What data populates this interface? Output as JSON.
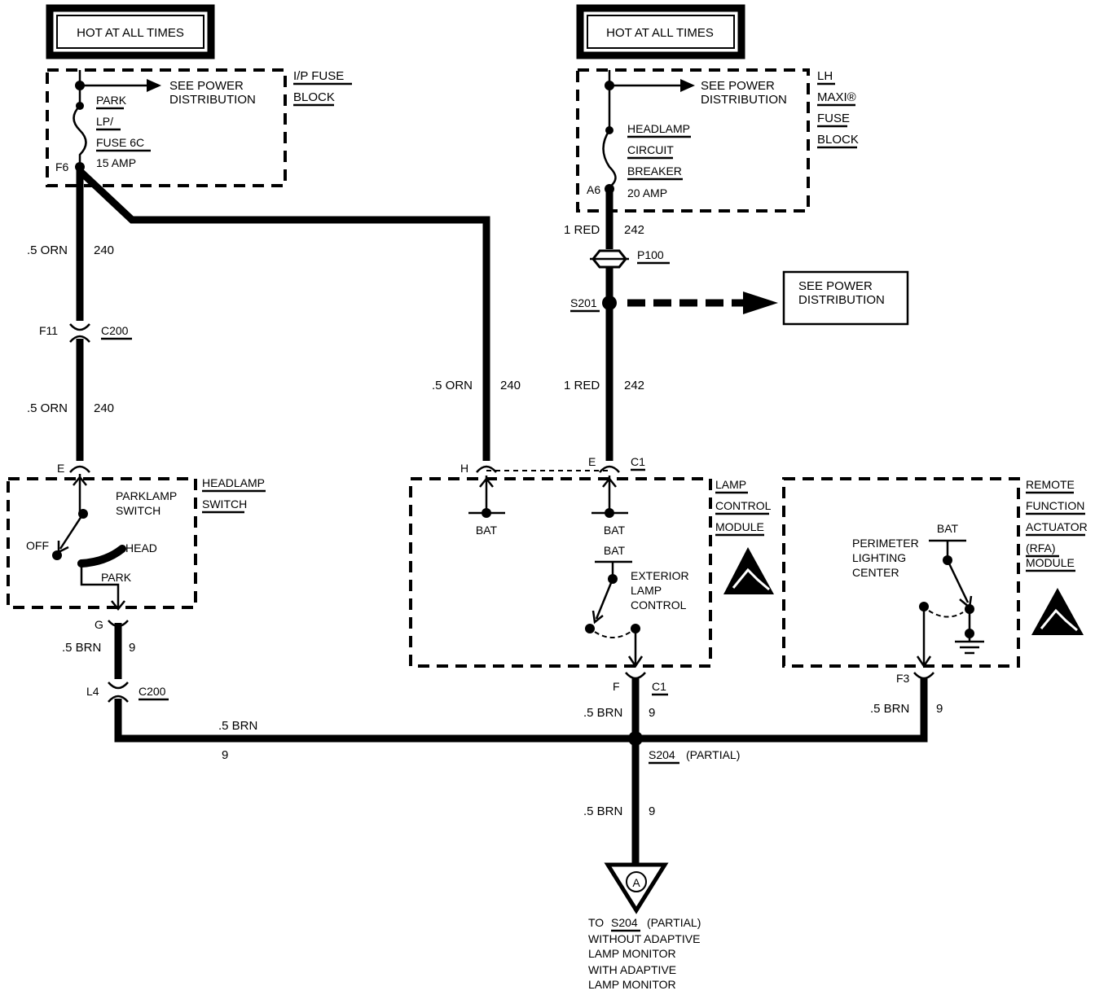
{
  "hot_left": "HOT AT ALL TIMES",
  "hot_right": "HOT AT ALL TIMES",
  "ip_fuse_block": {
    "title_1": "I/P FUSE",
    "title_2": "BLOCK",
    "see_1": "SEE POWER",
    "see_2": "DISTRIBUTION",
    "fuse_1": "PARK",
    "fuse_2": "LP/",
    "fuse_3": "FUSE 6C",
    "fuse_4": "15 AMP",
    "pin": "F6"
  },
  "maxi_fuse_block": {
    "title_1": "LH",
    "title_2": "MAXI®",
    "title_3": "FUSE",
    "title_4": "BLOCK",
    "see_1": "SEE POWER",
    "see_2": "DISTRIBUTION",
    "cb_1": "HEADLAMP",
    "cb_2": "CIRCUIT",
    "cb_3": "BREAKER",
    "cb_4": "20 AMP",
    "pin": "A6"
  },
  "wires": {
    "w1_gauge": ".5 ORN",
    "w1_num": "240",
    "w2_gauge": ".5 ORN",
    "w2_num": "240",
    "w3_gauge": ".5 ORN",
    "w3_num": "240",
    "w4_gauge": "1 RED",
    "w4_num": "242",
    "w5_gauge": "1 RED",
    "w5_num": "242",
    "w6_gauge": ".5 BRN",
    "w6_num": "9",
    "w7_gauge": ".5 BRN",
    "w7_num": "9",
    "w8_gauge": ".5 BRN",
    "w8_num": "9",
    "w9_gauge": ".5 BRN",
    "w9_num": "9",
    "w10_gauge": ".5 BRN",
    "w10_num": "9"
  },
  "connectors": {
    "c200_top_pin": "F11",
    "c200_top": "C200",
    "p100": "P100",
    "s201": "S201",
    "see_power_box_1": "SEE POWER",
    "see_power_box_2": "DISTRIBUTION",
    "hs_pin_e": "E",
    "hs_pin_g": "G",
    "c200_bot_pin": "L4",
    "c200_bot": "C200",
    "lcm_pin_h": "H",
    "lcm_pin_e": "E",
    "lcm_c1_top": "C1",
    "lcm_pin_f": "F",
    "lcm_c1_bot": "C1",
    "rfa_pin": "F3",
    "s204": "S204",
    "s204_partial": "(PARTIAL)"
  },
  "headlamp_switch": {
    "title_1": "HEADLAMP",
    "title_2": "SWITCH",
    "sw_1": "PARKLAMP",
    "sw_2": "SWITCH",
    "off": "OFF",
    "head": "HEAD",
    "park": "PARK"
  },
  "lamp_control_module": {
    "title_1": "LAMP",
    "title_2": "CONTROL",
    "title_3": "MODULE",
    "bat_1": "BAT",
    "bat_2": "BAT",
    "bat_3": "BAT",
    "ext_1": "EXTERIOR",
    "ext_2": "LAMP",
    "ext_3": "CONTROL"
  },
  "rfa_module": {
    "title_1": "REMOTE",
    "title_2": "FUNCTION",
    "title_3": "ACTUATOR",
    "title_4": "(RFA)",
    "title_5": "MODULE",
    "bat": "BAT",
    "plc_1": "PERIMETER",
    "plc_2": "LIGHTING",
    "plc_3": "CENTER"
  },
  "offpage": {
    "letter": "A",
    "line_1a": "TO",
    "line_1b": "S204",
    "line_1c": "(PARTIAL)",
    "line_2": "WITHOUT ADAPTIVE",
    "line_3": "LAMP MONITOR",
    "line_4": "WITH ADAPTIVE",
    "line_5": "LAMP MONITOR"
  }
}
